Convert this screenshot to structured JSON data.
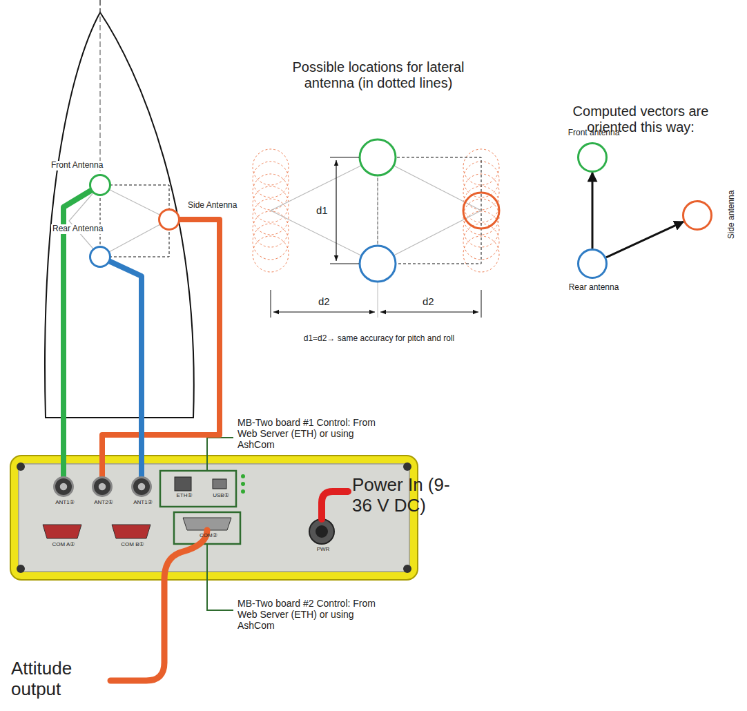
{
  "diagram": {
    "nodes": [
      {
        "text": [
          "Front Antenna"
        ]
      },
      {
        "text": [
          "Side Antenna"
        ]
      },
      {
        "text": [
          "Rear Antenna"
        ]
      },
      {
        "text": [
          "ANT1①"
        ]
      },
      {
        "text": [
          "ANT2①"
        ]
      },
      {
        "text": [
          "ANT1②"
        ]
      },
      {
        "text": [
          "Front antenna"
        ]
      },
      {
        "text": [
          "Side antenna"
        ]
      },
      {
        "text": [
          "Rear antenna"
        ]
      }
    ],
    "edges": [
      {
        "from": 0,
        "to": 3,
        "arrow": "none"
      },
      {
        "from": 1,
        "to": 4,
        "arrow": "none"
      },
      {
        "from": 2,
        "to": 5,
        "arrow": "none"
      },
      {
        "from": 8,
        "to": 6,
        "arrow": "to"
      },
      {
        "from": 8,
        "to": 7,
        "arrow": "to"
      }
    ],
    "labels": [
      "Possible locations for lateral antenna (in dotted lines)",
      "d1",
      "d2",
      "d2",
      "d1=d2→ same accuracy for pitch and roll",
      "Computed vectors are oriented this way:",
      "MB-Two board #1 Control: From Web Server (ETH) or using AshCom",
      "MB-Two board #2 Control: From Web Server (ETH) or using AshCom",
      "Power In (9-36 V DC)",
      "Attitude output",
      "ETH①",
      "USB①",
      "COM A①",
      "COM B①",
      "COM②",
      "PWR"
    ]
  }
}
